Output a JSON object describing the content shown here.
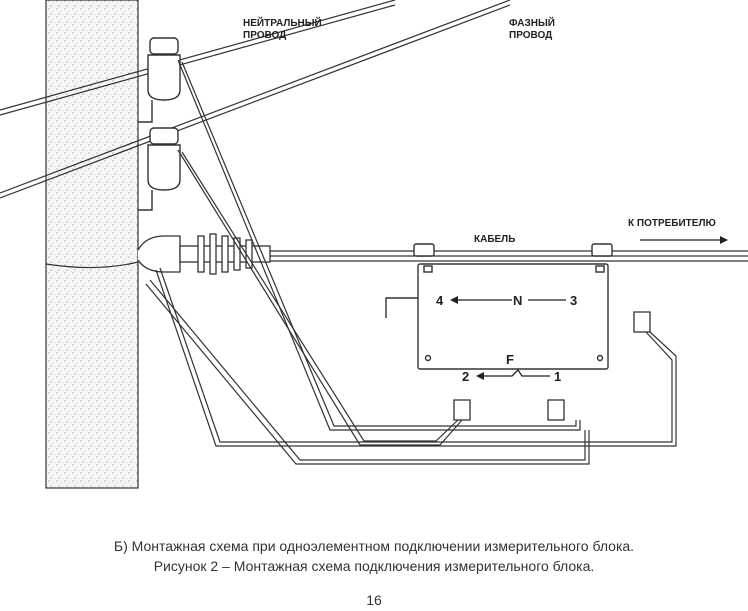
{
  "labels": {
    "neutral_wire_line1": "НЕЙТРАЛЬНЫЙ",
    "neutral_wire_line2": "ПРОВОД",
    "phase_wire_line1": "ФАЗНЫЙ",
    "phase_wire_line2": "ПРОВОД",
    "cable": "КАБЕЛЬ",
    "to_consumer": "К ПОТРЕБИТЕЛЮ",
    "neutral_letter": "N",
    "phase_letter": "F",
    "terminal_1": "1",
    "terminal_2": "2",
    "terminal_3": "3",
    "terminal_4": "4"
  },
  "caption": {
    "line1": "Б) Монтажная схема при одноэлементном подключении измерительного блока.",
    "line2": "Рисунок 2 – Монтажная схема подключения измерительного блока."
  },
  "page_number": "16"
}
